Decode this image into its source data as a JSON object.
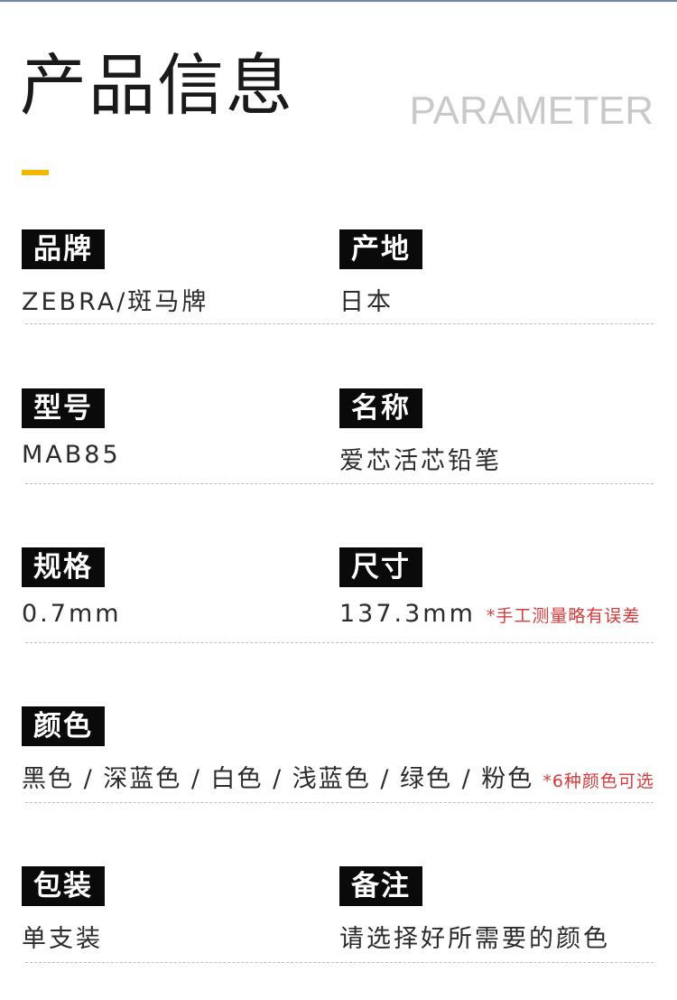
{
  "header": {
    "title": "产品信息",
    "subtitle": "PARAMETER",
    "accent_color": "#f2b700"
  },
  "rows": [
    {
      "left": {
        "label": "品牌",
        "value": "ZEBRA/斑马牌"
      },
      "right": {
        "label": "产地",
        "value": "日本"
      }
    },
    {
      "left": {
        "label": "型号",
        "value": "MAB85"
      },
      "right": {
        "label": "名称",
        "value": "爱芯活芯铅笔"
      }
    },
    {
      "left": {
        "label": "规格",
        "value": "0.7mm"
      },
      "right": {
        "label": "尺寸",
        "value": "137.3mm",
        "note": "*手工测量略有误差"
      }
    },
    {
      "full": {
        "label": "颜色",
        "value": "黑色 / 深蓝色 / 白色 / 浅蓝色 / 绿色 / 粉色",
        "note": "*6种颜色可选"
      }
    },
    {
      "left": {
        "label": "包装",
        "value": "单支装"
      },
      "right": {
        "label": "备注",
        "value": "请选择好所需要的颜色"
      }
    }
  ]
}
